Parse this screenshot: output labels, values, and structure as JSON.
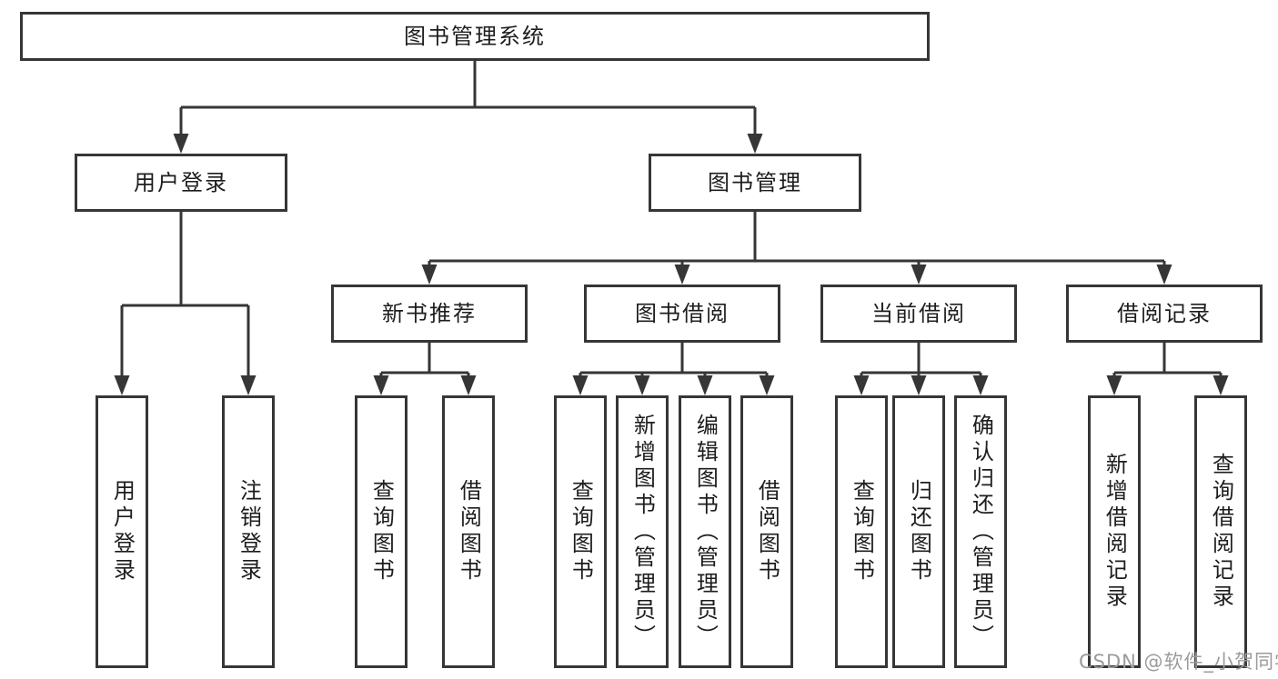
{
  "root": {
    "label": "图书管理系统"
  },
  "login": {
    "label": "用户登录",
    "children": [
      {
        "label": "用户登录"
      },
      {
        "label": "注销登录"
      }
    ]
  },
  "mgmt": {
    "label": "图书管理",
    "groups": [
      {
        "label": "新书推荐",
        "children": [
          {
            "label": "查询图书"
          },
          {
            "label": "借阅图书"
          }
        ]
      },
      {
        "label": "图书借阅",
        "children": [
          {
            "label": "查询图书"
          },
          {
            "label": "新增图书（管理员）"
          },
          {
            "label": "编辑图书（管理员）"
          },
          {
            "label": "借阅图书"
          }
        ]
      },
      {
        "label": "当前借阅",
        "children": [
          {
            "label": "查询图书"
          },
          {
            "label": "归还图书"
          },
          {
            "label": "确认归还（管理员）"
          }
        ]
      },
      {
        "label": "借阅记录",
        "children": [
          {
            "label": "新增借阅记录"
          },
          {
            "label": "查询借阅记录"
          }
        ]
      }
    ]
  },
  "watermark": {
    "text": "CSDN @软件_小贺同学"
  },
  "colors": {
    "line": "#363636",
    "box_border": "#363636",
    "text": "#1d1d1d",
    "watermark": "#9b9b9b",
    "background": "#ffffff"
  }
}
